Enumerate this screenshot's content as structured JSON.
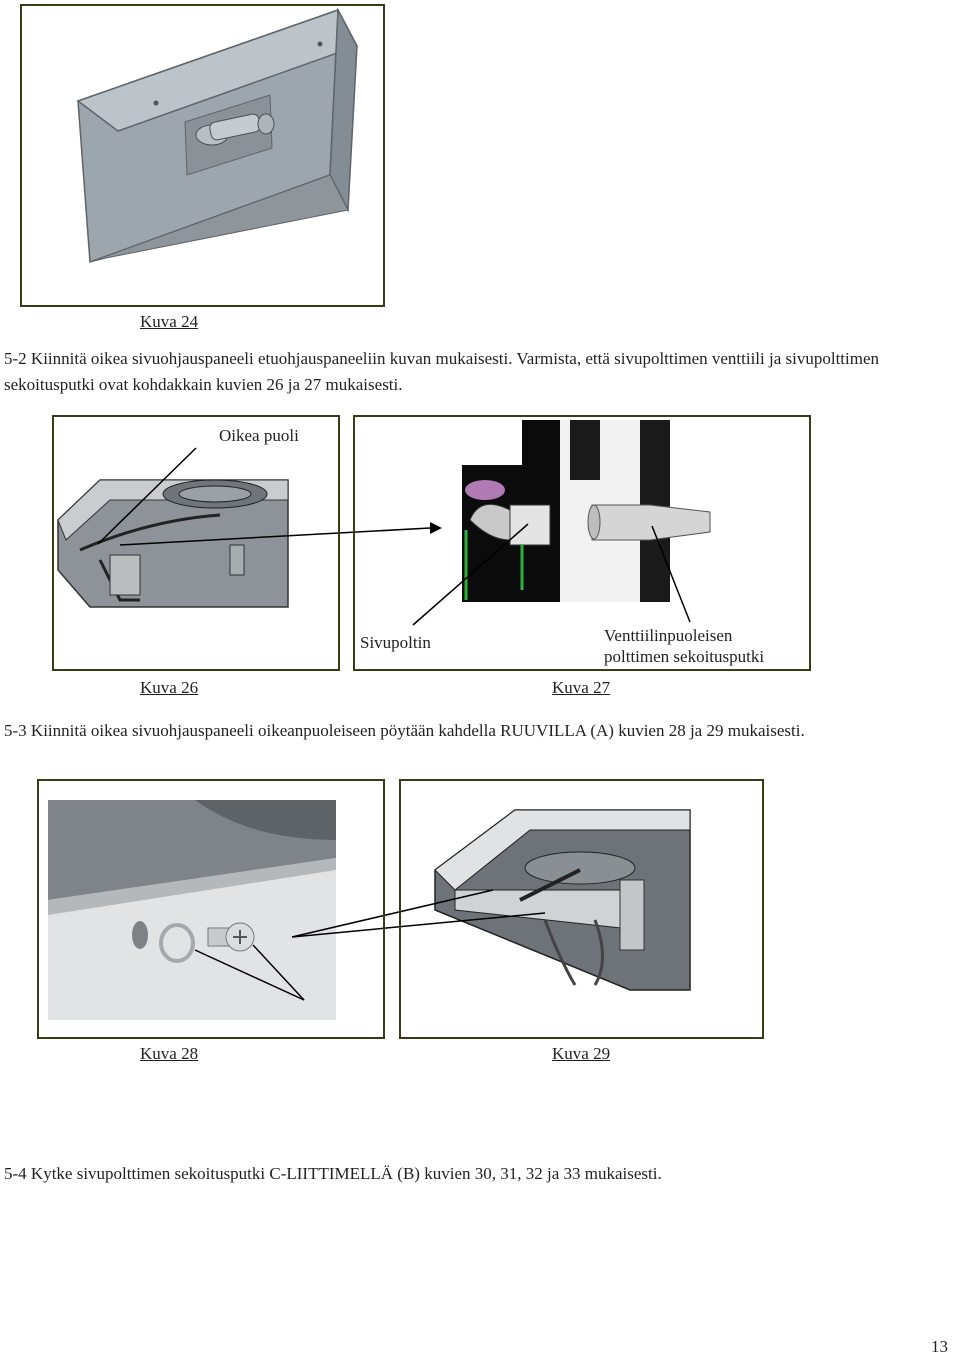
{
  "figures": {
    "fig24": {
      "caption": "Kuva 24"
    },
    "fig26": {
      "caption": "Kuva 26",
      "label_right_side": "Oikea puoli"
    },
    "fig27": {
      "caption": "Kuva 27",
      "label_side_burner": "Sivupoltin",
      "label_mixing_tube_line1": "Venttiilinpuoleisen",
      "label_mixing_tube_line2": "polttimen sekoitusputki"
    },
    "fig28": {
      "caption": "Kuva 28"
    },
    "fig29": {
      "caption": "Kuva 29"
    }
  },
  "steps": {
    "step_5_2": "5-2 Kiinnitä oikea sivuohjauspaneeli etuohjauspaneeliin kuvan mukaisesti. Varmista, että sivupolttimen venttiili ja sivupolttimen sekoitusputki ovat kohdakkain kuvien 26 ja 27 mukaisesti.",
    "step_5_3": "5-3 Kiinnitä oikea sivuohjauspaneeli oikeanpuoleiseen pöytään kahdella RUUVILLA (A) kuvien 28 ja 29 mukaisesti.",
    "step_5_4": "5-4 Kytke sivupolttimen sekoitusputki C-LIITTIMELLÄ (B) kuvien 30, 31, 32 ja 33 mukaisesti."
  },
  "page_number": "13"
}
